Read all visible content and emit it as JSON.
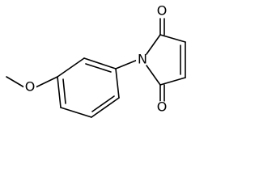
{
  "atoms": {
    "carbonyl_oxygen_top": "O",
    "imide_nitrogen": "N",
    "carbonyl_oxygen_bottom": "O",
    "methoxy_oxygen": "O"
  }
}
